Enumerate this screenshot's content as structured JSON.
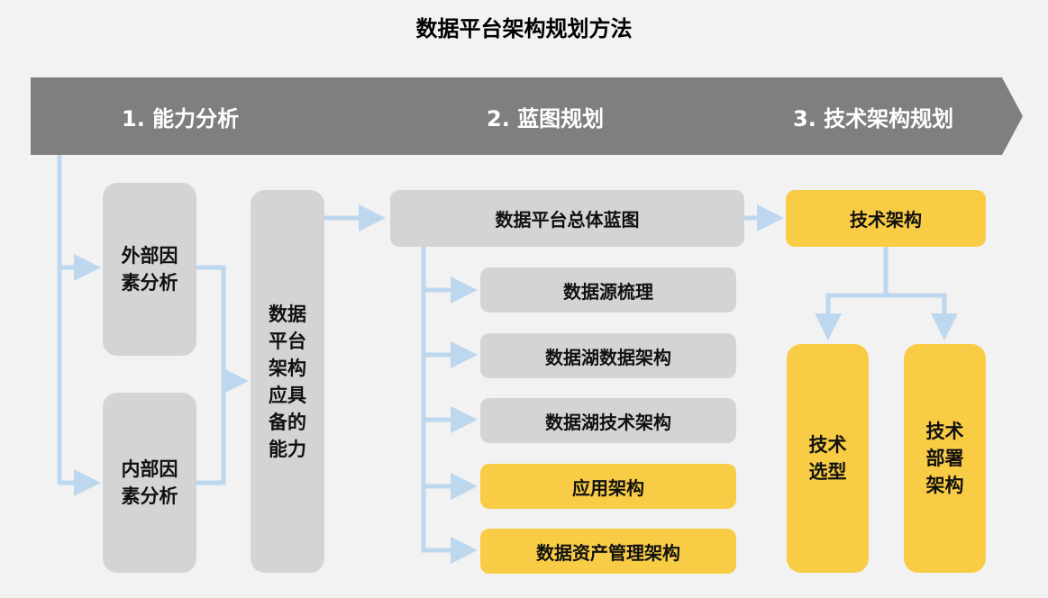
{
  "title": "数据平台架构规划方法",
  "stages": [
    "1. 能力分析",
    "2. 蓝图规划",
    "3. 技术架构规划"
  ],
  "colors": {
    "banner": "#7f7f7f",
    "box_grey": "#d4d4d4",
    "box_yellow": "#f9cc45",
    "connector": "#bdd7ee",
    "background": "#f2f2f2"
  },
  "analysis": {
    "external": "外部因素分析",
    "internal": "内部因素分析",
    "capability": "数据平台架构应具备的能力"
  },
  "blueprint": {
    "overall": "数据平台总体蓝图",
    "items": [
      "数据源梳理",
      "数据湖数据架构",
      "数据湖技术架构",
      "应用架构",
      "数据资产管理架构"
    ]
  },
  "tech": {
    "architecture": "技术架构",
    "selection": "技术选型",
    "deployment": "技术部署架构"
  }
}
